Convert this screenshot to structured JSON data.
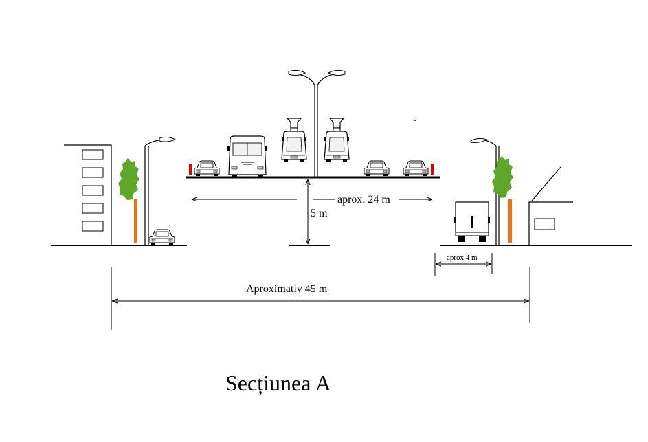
{
  "title": "Secțiunea  A",
  "dimensions": {
    "overpass_width": "aprox. 24 m",
    "clearance_height": "5 m",
    "sidewalk_width": "aprox 4 m",
    "total_width": "Aproximativ  45 m"
  },
  "colors": {
    "line": "#000000",
    "tree_foliage": "#5fa62a",
    "tree_trunk": "#e8731a",
    "barrier": "#e00000",
    "background": "#ffffff"
  },
  "icons": {
    "building_left": "apartment-building-icon",
    "building_right": "house-icon",
    "trees": "tree-icon",
    "lamps": "street-lamp-icon",
    "cars": "car-icon",
    "bus": "bus-icon",
    "trams": "tram-icon",
    "truck": "truck-icon"
  }
}
